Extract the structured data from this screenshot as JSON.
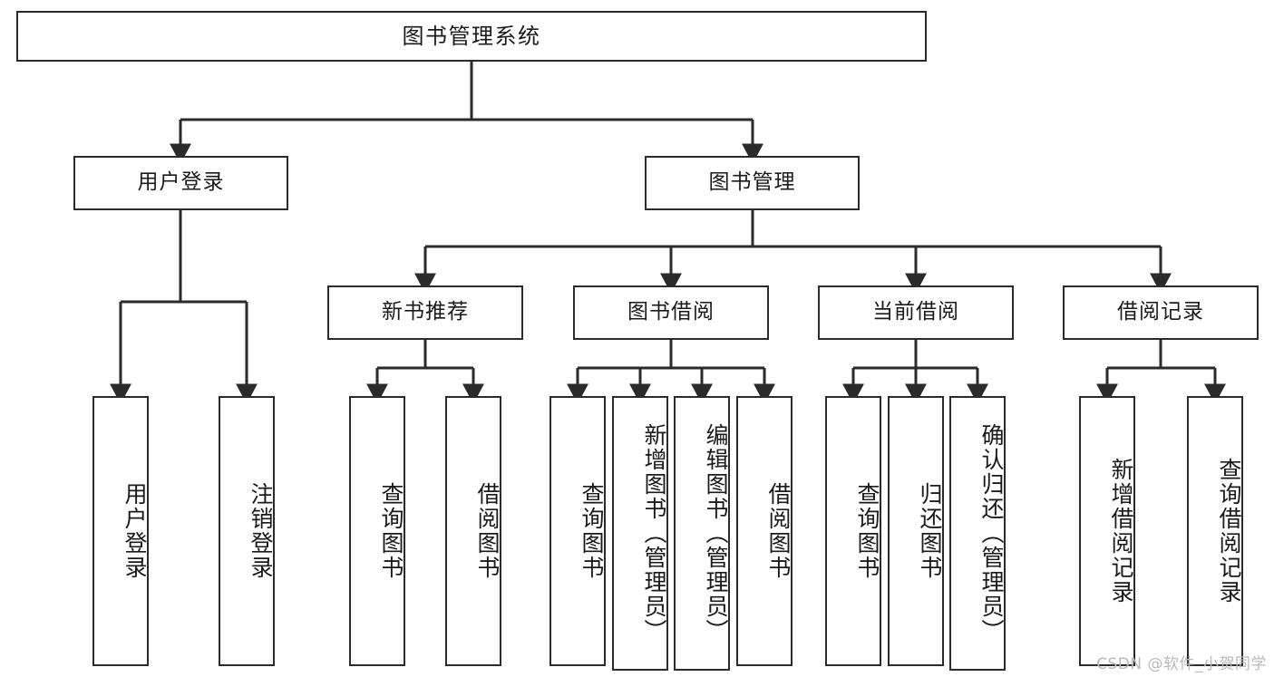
{
  "diagram": {
    "title": "图书管理系统",
    "watermark": "CSDN @软件_小贺同学",
    "colors": {
      "border": "#2b2b2b",
      "background": "#ffffff",
      "text": "#1a1a1a",
      "edge": "#2b2b2b",
      "watermark": "#b9b9b9"
    },
    "levels": {
      "root": "图书管理系统",
      "level2": [
        "用户登录",
        "图书管理"
      ],
      "level3": [
        "新书推荐",
        "图书借阅",
        "当前借阅",
        "借阅记录"
      ]
    },
    "nodes": {
      "root": {
        "label": "图书管理系统",
        "orientation": "horizontal"
      },
      "user_login": {
        "label": "用户登录",
        "orientation": "horizontal"
      },
      "book_manage": {
        "label": "图书管理",
        "orientation": "horizontal"
      },
      "new_book_rec": {
        "label": "新书推荐",
        "orientation": "horizontal"
      },
      "book_borrow": {
        "label": "图书借阅",
        "orientation": "horizontal"
      },
      "current_borrow": {
        "label": "当前借阅",
        "orientation": "horizontal"
      },
      "borrow_record": {
        "label": "借阅记录",
        "orientation": "horizontal"
      },
      "leaf_user_login": {
        "label": "用户登录",
        "orientation": "vertical"
      },
      "leaf_logout": {
        "label": "注销登录",
        "orientation": "vertical"
      },
      "leaf_query_book_1": {
        "label": "查询图书",
        "orientation": "vertical"
      },
      "leaf_borrow_book_1": {
        "label": "借阅图书",
        "orientation": "vertical"
      },
      "leaf_query_book_2": {
        "label": "查询图书",
        "orientation": "vertical"
      },
      "leaf_add_book": {
        "label": "新增图书（管理员）",
        "orientation": "vertical"
      },
      "leaf_edit_book": {
        "label": "编辑图书（管理员）",
        "orientation": "vertical"
      },
      "leaf_borrow_book_2": {
        "label": "借阅图书",
        "orientation": "vertical"
      },
      "leaf_query_book_3": {
        "label": "查询图书",
        "orientation": "vertical"
      },
      "leaf_return_book": {
        "label": "归还图书",
        "orientation": "vertical"
      },
      "leaf_confirm_return": {
        "label": "确认归还（管理员）",
        "orientation": "vertical"
      },
      "leaf_add_record": {
        "label": "新增借阅记录",
        "orientation": "vertical"
      },
      "leaf_query_record": {
        "label": "查询借阅记录",
        "orientation": "vertical"
      }
    },
    "tree": {
      "label": "图书管理系统",
      "children": [
        {
          "label": "用户登录",
          "children": [
            {
              "label": "用户登录"
            },
            {
              "label": "注销登录"
            }
          ]
        },
        {
          "label": "图书管理",
          "children": [
            {
              "label": "新书推荐",
              "children": [
                {
                  "label": "查询图书"
                },
                {
                  "label": "借阅图书"
                }
              ]
            },
            {
              "label": "图书借阅",
              "children": [
                {
                  "label": "查询图书"
                },
                {
                  "label": "新增图书（管理员）"
                },
                {
                  "label": "编辑图书（管理员）"
                },
                {
                  "label": "借阅图书"
                }
              ]
            },
            {
              "label": "当前借阅",
              "children": [
                {
                  "label": "查询图书"
                },
                {
                  "label": "归还图书"
                },
                {
                  "label": "确认归还（管理员）"
                }
              ]
            },
            {
              "label": "借阅记录",
              "children": [
                {
                  "label": "新增借阅记录"
                },
                {
                  "label": "查询借阅记录"
                }
              ]
            }
          ]
        }
      ]
    }
  }
}
